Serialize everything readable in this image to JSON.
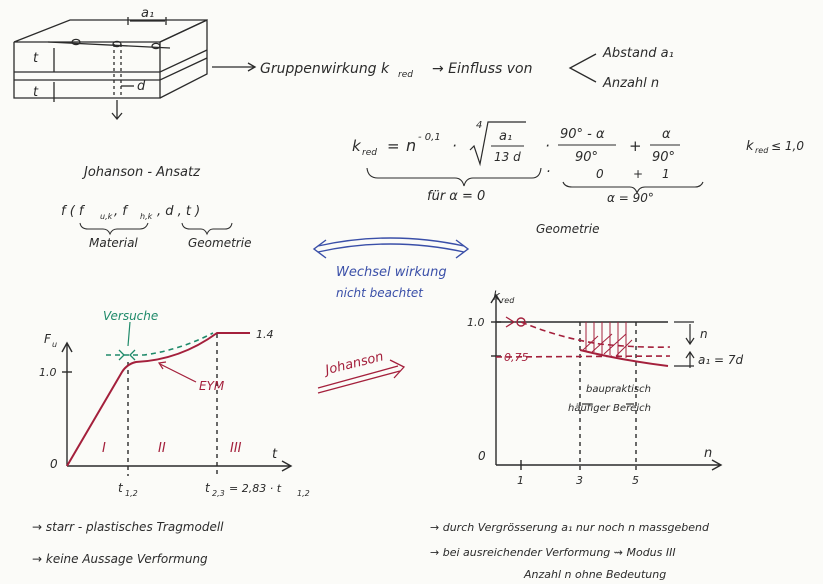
{
  "top": {
    "spacing_label": "a₁",
    "t_label": "t",
    "t_label2": "t",
    "d_label": "d",
    "group_effect": "Gruppenwirkung  k",
    "group_effect_sub": "red",
    "influence": "→  Einfluss von",
    "influence_items": [
      "Abstand  a₁",
      "Anzahl  n"
    ]
  },
  "formula": {
    "lhs": "k",
    "lhs_sub": "red",
    "equals": "=",
    "n_base": "n",
    "n_exp": "- 0,1",
    "root_index": "4",
    "root_num": "a₁",
    "root_den": "13 d",
    "dot": "·",
    "frac1_num": "90° - α",
    "frac1_den": "90°",
    "plus": "+",
    "frac2_num": "α",
    "frac2_den": "90°",
    "limit": "k",
    "limit_sub": "red",
    "limit_rest": "≤ 1,0",
    "row2_mid": "·",
    "row2_zero": "0",
    "row2_plus": "+",
    "row2_one": "1",
    "case1": "für  α = 0",
    "case2": "α = 90°",
    "geometry_note": "Geometrie"
  },
  "johanson": {
    "title": "Johanson - Ansatz",
    "func": "f ( f",
    "func_a_sub": "u,k",
    "func_sep": ",  f",
    "func_b_sub": "h,k",
    "func_rest": ",    d ,  t )",
    "material": "Material",
    "geometrie": "Geometrie"
  },
  "interaction": {
    "line1": "Wechsel wirkung",
    "line2": "nicht  beachtet"
  },
  "left_chart": {
    "y_label": "F",
    "y_label_sub": "u",
    "x_label": "t",
    "y_tick": "1.0",
    "origin": "0",
    "top_value": "1.4",
    "versuche": "Versuche",
    "eym": "EYM",
    "region_I": "I",
    "region_II": "II",
    "region_III": "III",
    "x_tick1": "t",
    "x_tick1_sub": "1,2",
    "x_tick2": "t",
    "x_tick2_sub": "2,3",
    "x_tick2_rest": "= 2,83 · t",
    "x_tick2_rest_sub": "1,2"
  },
  "johanson_arrow": "Johanson",
  "right_chart": {
    "y_label": "k",
    "y_label_sub": "red",
    "x_label": "n",
    "y_tick_top": "1.0",
    "y_tick_mid": "0,75",
    "origin": "0",
    "x_ticks": [
      "1",
      "3",
      "5"
    ],
    "n_label": "n",
    "a1_label": "a₁ = 7d",
    "range_line1": "baupraktisch",
    "range_line2": "häufiger  Bereich"
  },
  "bullets_left": [
    "→   starr - plastisches  Tragmodell",
    "→   keine  Aussage  Verformung"
  ],
  "bullets_right": [
    "→  durch  Vergrösserung  a₁   nur noch  n  massgebend",
    "→  bei  ausreichender  Verformung  ⇝  Modus  III"
  ],
  "bullets_right_cont": "Anzahl  n  ohne  Bedeutung",
  "colors": {
    "ink": "#2b2b2b",
    "red": "#a4203c",
    "green": "#1f8a6a",
    "blue": "#3a4fa8"
  }
}
